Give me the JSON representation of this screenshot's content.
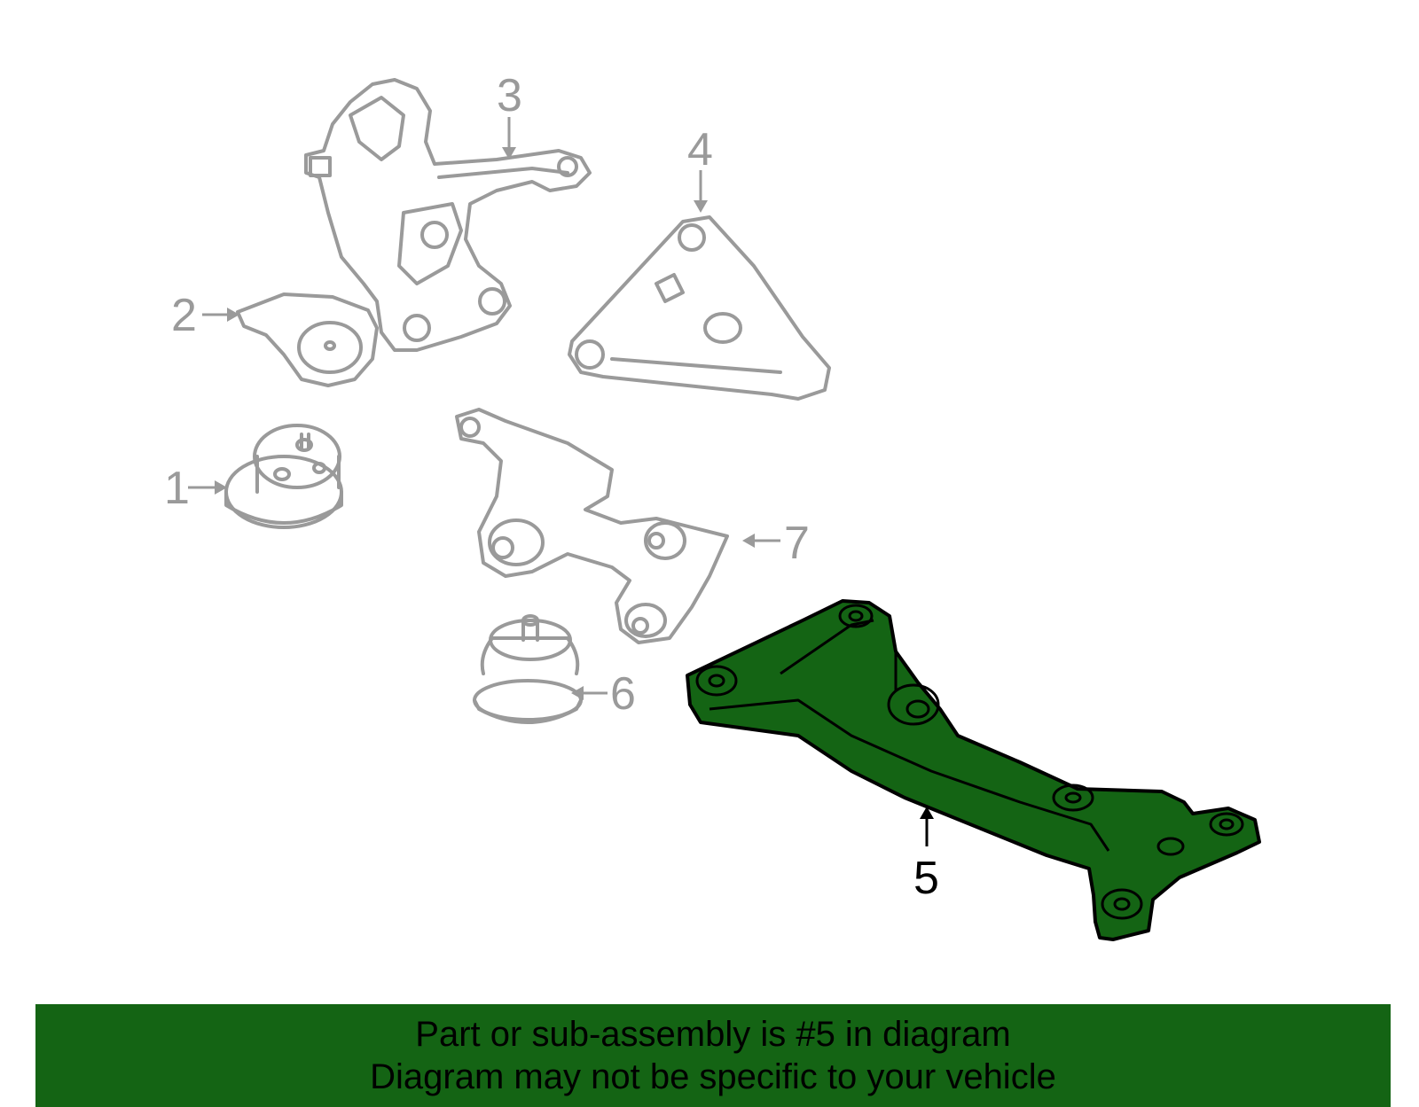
{
  "diagram": {
    "highlight_color": "#146414",
    "ghost_color": "#9a9a9a",
    "callouts": [
      {
        "id": "1",
        "label": "1"
      },
      {
        "id": "2",
        "label": "2"
      },
      {
        "id": "3",
        "label": "3"
      },
      {
        "id": "4",
        "label": "4"
      },
      {
        "id": "5",
        "label": "5",
        "highlighted": true
      },
      {
        "id": "6",
        "label": "6"
      },
      {
        "id": "7",
        "label": "7"
      }
    ]
  },
  "banner": {
    "line1": "Part or sub-assembly is #5 in diagram",
    "line2": "Diagram may not be specific to your vehicle",
    "background": "#146414"
  }
}
